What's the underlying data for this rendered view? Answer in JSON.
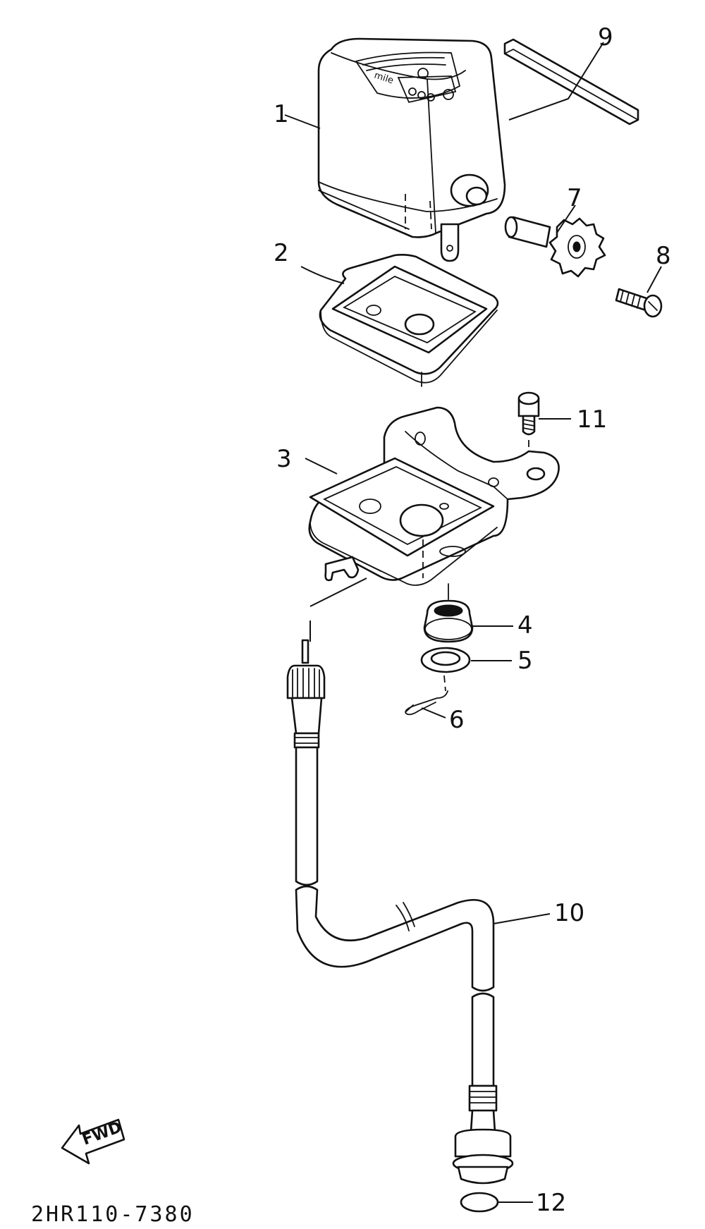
{
  "diagram": {
    "drawing_code": "2HR110-7380",
    "direction_label": "FWD",
    "meter_face_marking": "mile",
    "callouts": [
      {
        "id": "1",
        "label": "1"
      },
      {
        "id": "2",
        "label": "2"
      },
      {
        "id": "3",
        "label": "3"
      },
      {
        "id": "4",
        "label": "4"
      },
      {
        "id": "5",
        "label": "5"
      },
      {
        "id": "6",
        "label": "6"
      },
      {
        "id": "7",
        "label": "7"
      },
      {
        "id": "8",
        "label": "8"
      },
      {
        "id": "9",
        "label": "9"
      },
      {
        "id": "10",
        "label": "10"
      },
      {
        "id": "11",
        "label": "11"
      },
      {
        "id": "12",
        "label": "12"
      }
    ]
  }
}
